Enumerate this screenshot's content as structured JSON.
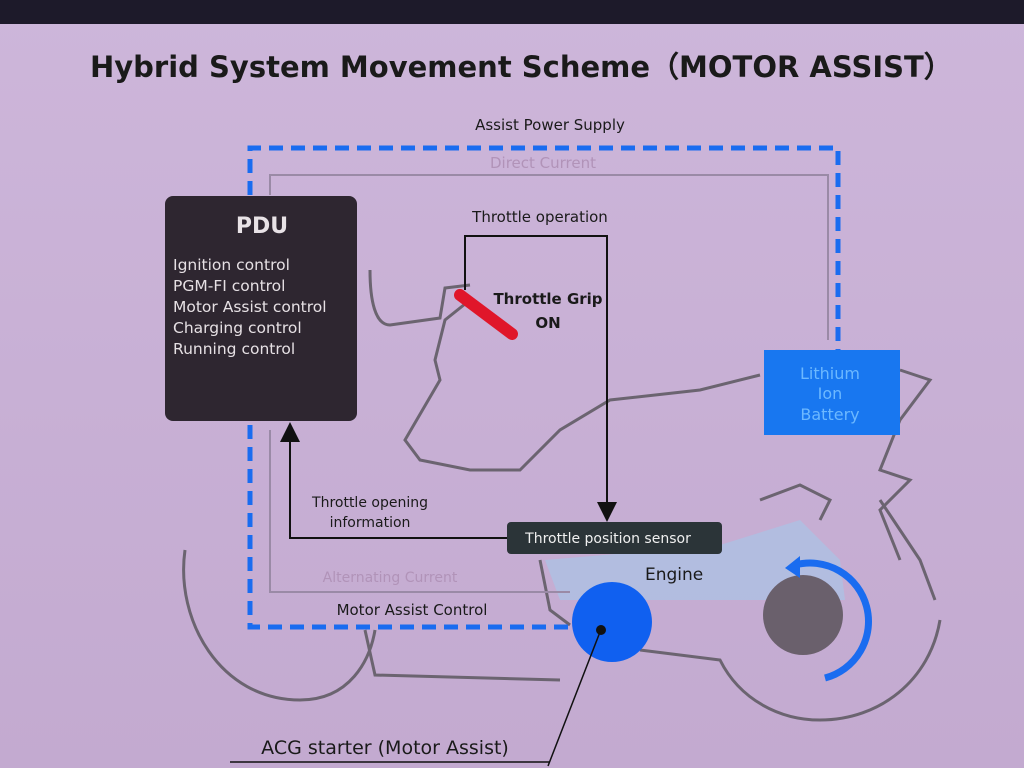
{
  "title": "Hybrid System Movement Scheme（MOTOR ASSIST）",
  "labels": {
    "assist_power_supply": "Assist Power Supply",
    "direct_current": "Direct Current",
    "throttle_operation": "Throttle operation",
    "throttle_grip": "Throttle Grip",
    "throttle_grip_state": "ON",
    "throttle_opening_1": "Throttle opening",
    "throttle_opening_2": "information",
    "throttle_position_sensor": "Throttle position sensor",
    "engine": "Engine",
    "alternating_current": "Alternating Current",
    "motor_assist_control": "Motor Assist Control",
    "acg_starter": "ACG starter (Motor Assist)"
  },
  "pdu": {
    "title": "PDU",
    "items": [
      "Ignition control",
      "PGM-FI control",
      "Motor Assist control",
      "Charging control",
      "Running control"
    ]
  },
  "battery": {
    "lines": [
      "Lithium",
      "Ion",
      "Battery"
    ]
  },
  "colors": {
    "flow_blue": "#1a6cf0",
    "grip_red": "#e0162a",
    "panel_dark": "#2e2630"
  }
}
